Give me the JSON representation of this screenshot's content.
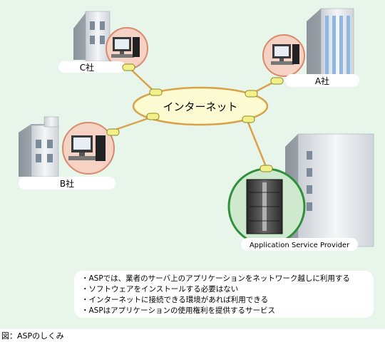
{
  "nodes": {
    "internet": "インターネット",
    "company_a": "A社",
    "company_b": "B社",
    "company_c": "C社",
    "asp": "Application Service Provider"
  },
  "notes": [
    "・ASPでは、業者のサーバ上のアプリケーションをネットワーク越しに利用する",
    "・ソフトウェアをインストールする必要はない",
    "・インターネットに接続できる環境があれば利用できる",
    "・ASPはアプリケーションの使用権利を提供するサービス"
  ],
  "caption": "図：ASPのしくみ",
  "colors": {
    "background": "#e8f5ea",
    "internet_fill": "#fdfbd2",
    "link": "#d9a24a",
    "circle_fill": "#f6d2c4",
    "circle_stroke": "#d88a6a",
    "asp_circle_fill": "#cfe9cf",
    "asp_circle_stroke": "#2f8f3a",
    "connector": "#f3f08a"
  }
}
